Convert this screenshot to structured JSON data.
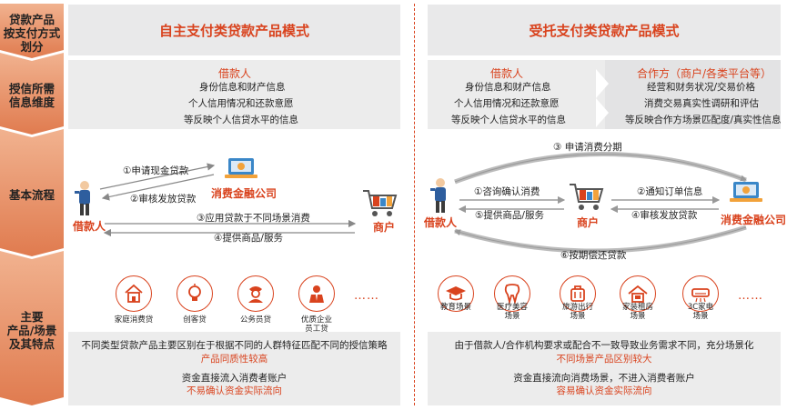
{
  "rows": [
    {
      "label": "贷款产品\n按支付方式\n划分"
    },
    {
      "label": "授信所需\n信息维度"
    },
    {
      "label": "基本流程"
    },
    {
      "label": "主要\n产品/场景\n及其特点"
    }
  ],
  "left": {
    "header": "自主支付类贷款产品模式",
    "info_title": "借款人",
    "info_lines": [
      "身份信息和财产信息",
      "个人信用情况和还款意愿",
      "等反映个人信贷水平的信息"
    ],
    "flow": {
      "borrower": "借款人",
      "lender": "消费金融公司",
      "merchant": "商户",
      "step1": "①申请现金贷款",
      "step2": "②审核发放贷款",
      "step3": "③应用贷款于不同场景消费",
      "step4": "④提供商品/服务"
    },
    "products": [
      {
        "label": "家庭消费贷",
        "icon": "house-icon"
      },
      {
        "label": "创客贷",
        "icon": "lightbulb-icon"
      },
      {
        "label": "公务员贷",
        "icon": "officer-icon"
      },
      {
        "label": "优质企业\n员工贷",
        "icon": "employee-icon"
      }
    ],
    "more": "……",
    "feature1": "不同类型贷款产品主要区别在于根据不同的人群特征匹配不同的授信策略",
    "feature1_red": "产品同质性较高",
    "feature2": "资金直接流入消费者账户",
    "feature2_red": "不易确认资金实际流向"
  },
  "right": {
    "header": "受托支付类贷款产品模式",
    "info_title_a": "借款人",
    "info_lines_a": [
      "身份信息和财产信息",
      "个人信用情况和还款意愿",
      "等反映个人信贷水平的信息"
    ],
    "info_title_b": "合作方（商户/各类平台等）",
    "info_lines_b": [
      "经营和财务状况/交易价格",
      "消费交易真实性调研和评估",
      "等反映合作方场景匹配度/真实性信息"
    ],
    "flow": {
      "borrower": "借款人",
      "merchant": "商户",
      "lender": "消费金融公司",
      "step1": "①咨询确认消费",
      "step2": "②通知订单信息",
      "step3": "③ 申请消费分期",
      "step4": "④审核发放贷款",
      "step5": "⑤提供商品/服务",
      "step6": "⑥按期偿还贷款"
    },
    "scenes": [
      {
        "label": "教育场景",
        "icon": "graduation-cap-icon"
      },
      {
        "label": "医疗美容\n场景",
        "icon": "tooth-icon"
      },
      {
        "label": "旅游出行\n场景",
        "icon": "travel-icon"
      },
      {
        "label": "家装租房\n场景",
        "icon": "home-rental-icon"
      },
      {
        "label": "3C家电\n场景",
        "icon": "air-conditioner-icon"
      }
    ],
    "more": "……",
    "feature1": "由于借款人/合作机构要求或配合不一致导致业务需求不同，充分场景化",
    "feature1_red": "不同场景产品区别较大",
    "feature2": "资金直接流向消费场景，不进入消费者账户",
    "feature2_red": "容易确认资金实际流向"
  },
  "colors": {
    "accent": "#d9431e",
    "chevron": "#e07b4f",
    "panel": "#ececec",
    "blue": "#3a87c8"
  }
}
